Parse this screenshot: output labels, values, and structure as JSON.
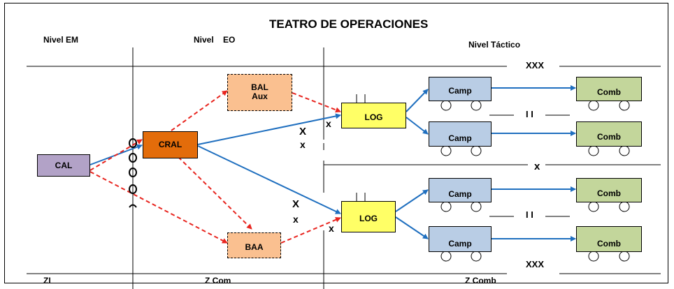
{
  "title": "TEATRO DE OPERACIONES",
  "levels": {
    "em": "Nivel EM",
    "eo": "Nivel    EO",
    "tactico": "Nivel Táctico"
  },
  "zones": {
    "zi": "ZI",
    "zcom": "Z Com",
    "zcomb": "Z Comb"
  },
  "nodes": {
    "cal": "CAL",
    "cral": "CRAL",
    "bal_aux": "BAL\nAux",
    "baa": "BAA",
    "log_top": "LOG",
    "log_bottom": "LOG",
    "camp": "Camp",
    "comb": "Comb"
  },
  "symbols": {
    "xxx": "XXX",
    "ii": "I I",
    "x": "x",
    "big_x": "X",
    "unit_mark": "I I"
  },
  "colors": {
    "cal_fill": "#b2a2c7",
    "cral_fill": "#e36c0a",
    "bal_fill": "#fac090",
    "log_fill": "#ffff66",
    "camp_fill": "#b9cde5",
    "comb_fill": "#c3d69b",
    "blue_arrow": "#1f6fbf",
    "red_arrow": "#e8251f"
  }
}
